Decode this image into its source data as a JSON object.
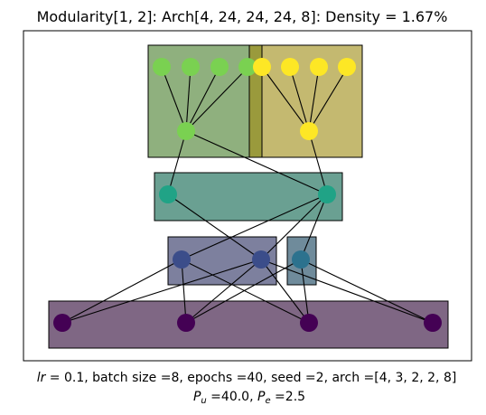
{
  "figure": {
    "title": "Modularity[1, 2]: Arch[4, 24, 24, 24, 8]: Density = 1.67%",
    "caption_line1_symbol": "lr",
    "caption_line1_rest": " = 0.1, batch size =8, epochs =40, seed =2, arch =[4, 3, 2, 2, 8]",
    "caption_line2_pu_symbol": "P",
    "caption_line2_pu_sub": "u",
    "caption_line2_pu_value": " =40.0, ",
    "caption_line2_pe_symbol": "P",
    "caption_line2_pe_sub": "e",
    "caption_line2_pe_value": " =2.5"
  },
  "colors": {
    "layer0": "#440154",
    "layer1_a": "#3b4d8a",
    "layer1_b": "#2c728e",
    "layer2": "#20a386",
    "layer3_a": "#7ad151",
    "layer3_b": "#fde725",
    "box0": "#7f6784",
    "box1_a": "#7d809e",
    "box1_b": "#6f8b9b",
    "box2": "#6aa092",
    "box3_a": "#8fb07e",
    "box3_b": "#c4b970",
    "box_overlap": "#9a9a3c"
  }
}
